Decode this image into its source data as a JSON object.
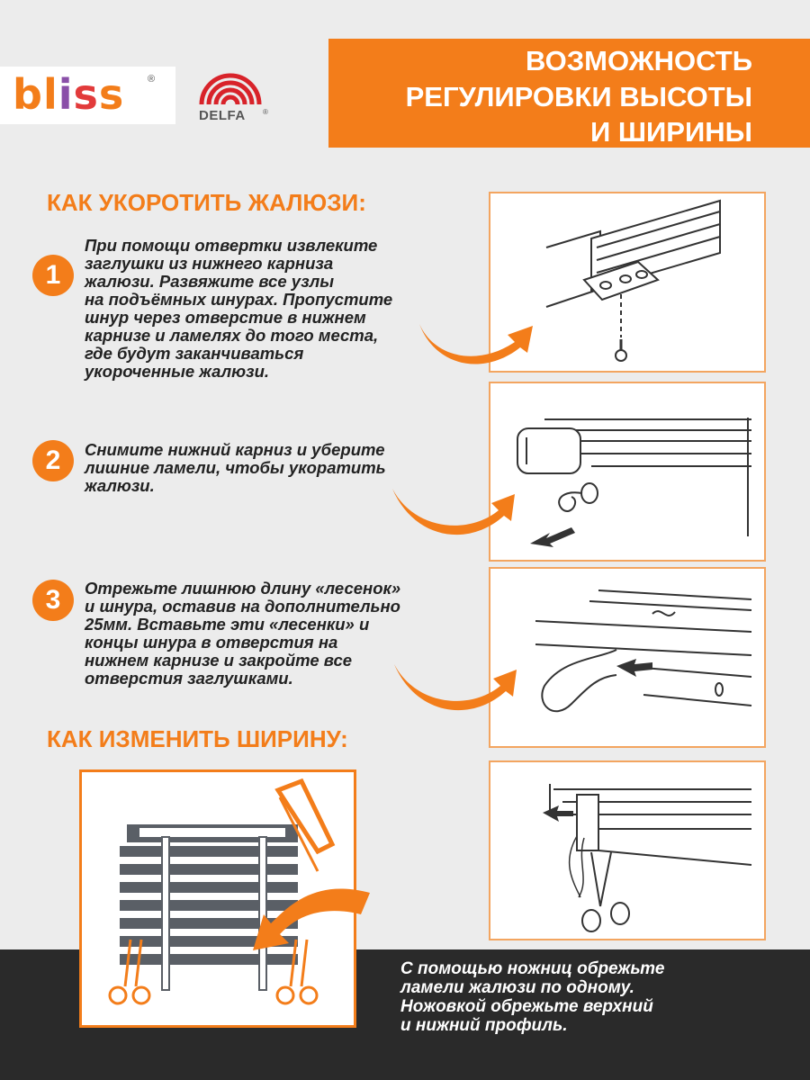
{
  "brand": {
    "bliss_logo_text": "bliss",
    "bliss_registered": "®",
    "delfa_logo_text": "DELFA",
    "delfa_registered": "®"
  },
  "header": {
    "title_lines": [
      "ВОЗМОЖНОСТЬ",
      "РЕГУЛИРОВКИ ВЫСОТЫ",
      "И ШИРИНЫ"
    ]
  },
  "shorten_section": {
    "title": "КАК УКОРОТИТЬ ЖАЛЮЗИ:",
    "steps": [
      {
        "number": "1",
        "lines": [
          "При помощи отвертки извлеките",
          "заглушки из нижнего карниза",
          "жалюзи. Развяжите все узлы",
          "на подъёмных шнурах. Пропустите",
          "шнур через отверстие в нижнем",
          "карнизе и ламелях до того места,",
          "где будут заканчиваться",
          "укороченные жалюзи."
        ]
      },
      {
        "number": "2",
        "lines": [
          "Снимите нижний карниз и уберите",
          "лишние ламели, чтобы укоратить",
          "жалюзи."
        ]
      },
      {
        "number": "3",
        "lines": [
          "Отрежьте лишнюю длину «лесенок»",
          "и шнура, оставив на дополнительно",
          "25мм. Вставьте эти «лесенки» и",
          "концы шнура в отверстия на",
          "нижнем карнизе и закройте все",
          "отверстия заглушками."
        ]
      }
    ]
  },
  "width_section": {
    "title": "КАК ИЗМЕНИТЬ ШИРИНУ:",
    "lines": [
      "С помощью ножниц обрежьте",
      "ламели жалюзи по одному.",
      "Ножовкой обрежьте верхний",
      "и нижний профиль."
    ]
  },
  "colors": {
    "accent": "#f37d1a",
    "panel_border": "#f3a560",
    "dark_band": "#2a2a2a",
    "background": "#ececec",
    "bliss_b": "#f37d1a",
    "bliss_l": "#f37d1a",
    "bliss_i": "#8a4fa8",
    "bliss_s1": "#e23b3b",
    "bliss_s2": "#f37d1a",
    "delfa_red": "#d8232a"
  },
  "icons": [
    "bliss-logo",
    "delfa-logo-arcs",
    "curved-arrow-icon",
    "step-1-illustration",
    "step-2-illustration",
    "step-3-illustration",
    "step-4-scissors-illustration",
    "blind-width-illustration"
  ]
}
